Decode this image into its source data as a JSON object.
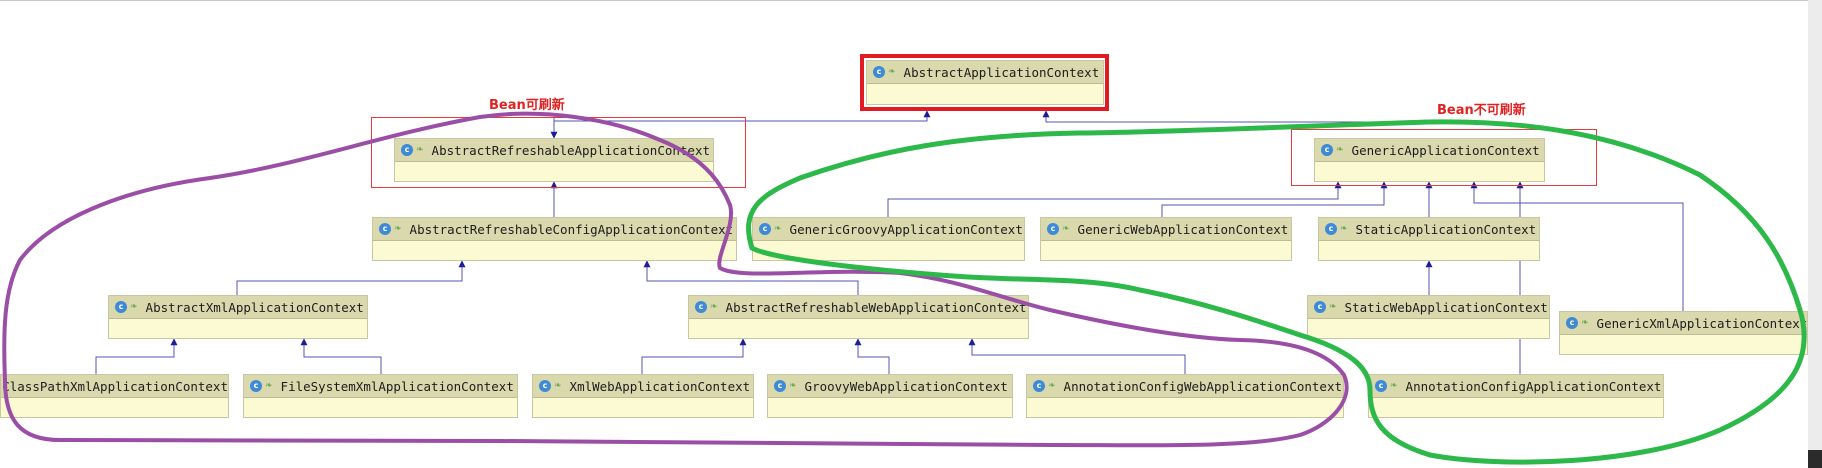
{
  "labels": {
    "refreshable": "Bean可刷新",
    "non_refreshable": "Bean不可刷新"
  },
  "classes": {
    "abstract_app": "AbstractApplicationContext",
    "abstract_refreshable": "AbstractRefreshableApplicationContext",
    "generic": "GenericApplicationContext",
    "abstract_refreshable_config": "AbstractRefreshableConfigApplicationContext",
    "generic_groovy": "GenericGroovyApplicationContext",
    "generic_web": "GenericWebApplicationContext",
    "static_app": "StaticApplicationContext",
    "abstract_xml": "AbstractXmlApplicationContext",
    "abstract_refreshable_web": "AbstractRefreshableWebApplicationContext",
    "static_web": "StaticWebApplicationContext",
    "generic_xml": "GenericXmlApplicationContext",
    "classpath_xml": "ClassPathXmlApplicationContext",
    "filesystem_xml": "FileSystemXmlApplicationContext",
    "xml_web": "XmlWebApplicationContext",
    "groovy_web": "GroovyWebApplicationContext",
    "annotation_config_web": "AnnotationConfigWebApplicationContext",
    "annotation_config": "AnnotationConfigApplicationContext"
  },
  "icons": {
    "class": "class-c-icon",
    "leaf": "leaf-icon"
  },
  "colors": {
    "connector": "#5252b8",
    "highlight_red": "#e11b22",
    "purple_outline": "#9b4ea6",
    "green_outline": "#2db84a",
    "box_fill": "#fbfad2",
    "box_header": "#dad8ad"
  }
}
